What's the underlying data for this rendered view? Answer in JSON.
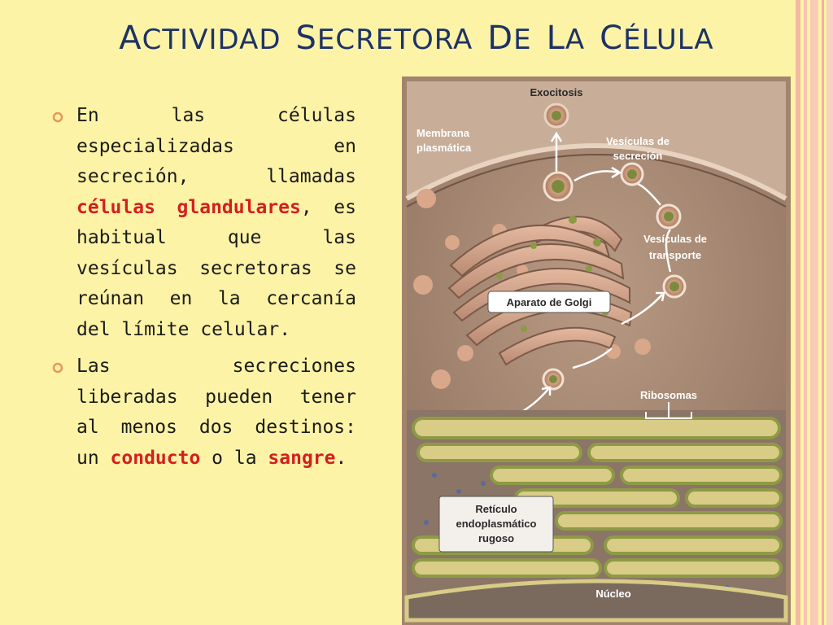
{
  "slide": {
    "title": "Actividad secretora de la célula",
    "bullets": [
      {
        "parts": [
          {
            "text": "En las células especializadas en secreción, llamadas ",
            "highlight": false
          },
          {
            "text": "células glandulares",
            "highlight": true
          },
          {
            "text": ", es habitual que las vesículas secretoras se reúnan en la cercanía del límite celular.",
            "highlight": false
          }
        ]
      },
      {
        "parts": [
          {
            "text": "Las secreciones liberadas pueden tener al menos dos destinos: un ",
            "highlight": false
          },
          {
            "text": "conducto",
            "highlight": true
          },
          {
            "text": " o la ",
            "highlight": false
          },
          {
            "text": "sangre",
            "highlight": true
          },
          {
            "text": ".",
            "highlight": false
          }
        ]
      }
    ]
  },
  "figure": {
    "labels": {
      "exocitosis": "Exocitosis",
      "membrana_1": "Membrana",
      "membrana_2": "plasmática",
      "ves_secrecion_1": "Vesículas de",
      "ves_secrecion_2": "secreción",
      "ves_transporte_1": "Vesículas de",
      "ves_transporte_2": "transporte",
      "golgi": "Aparato de Golgi",
      "ribosomas": "Ribosomas",
      "reticulo_1": "Retículo",
      "reticulo_2": "endoplasmático",
      "reticulo_3": "rugoso",
      "nucleo": "Núcleo"
    }
  },
  "colors": {
    "background": "#fdf3a6",
    "title": "#1d3266",
    "highlight": "#d41f1f",
    "bullet": "#e8955a"
  }
}
